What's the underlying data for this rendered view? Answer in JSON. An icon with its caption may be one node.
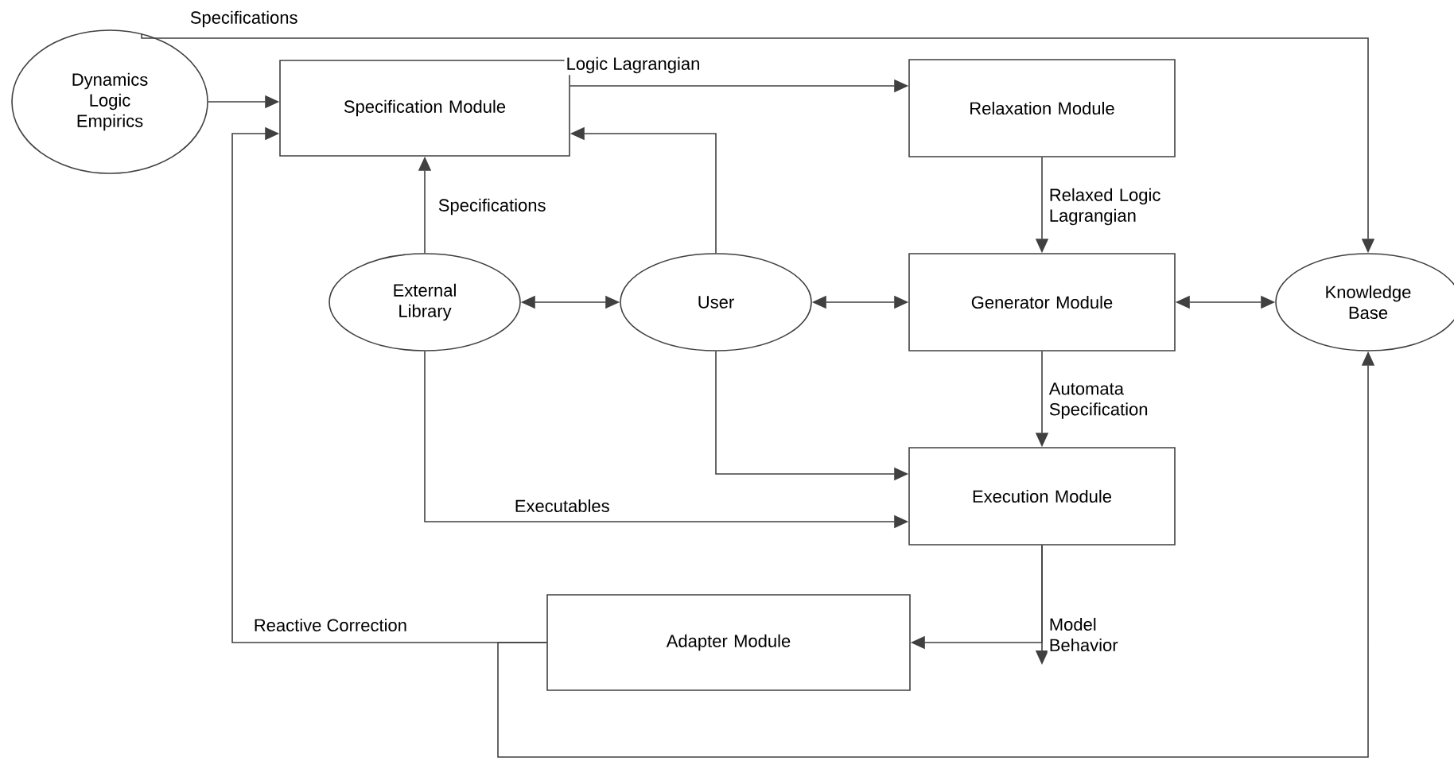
{
  "diagram": {
    "nodes": [
      {
        "text": [
          "Dynamics Logic Empirics"
        ]
      },
      {
        "text": [
          "Specification Module"
        ]
      },
      {
        "text": [
          "Relaxation Module"
        ]
      },
      {
        "text": [
          "External Library"
        ]
      },
      {
        "text": [
          "User"
        ]
      },
      {
        "text": [
          "Generator Module"
        ]
      },
      {
        "text": [
          "Knowledge Base"
        ]
      },
      {
        "text": [
          "Execution Module"
        ]
      },
      {
        "text": [
          "Adapter Module"
        ]
      }
    ],
    "edges": [
      {
        "from": 0,
        "to": 1,
        "arrow": "to"
      },
      {
        "from": 0,
        "to": 6,
        "arrow": "to",
        "label": "Specifications"
      },
      {
        "from": 1,
        "to": 2,
        "arrow": "to",
        "label": "Logic Lagrangian"
      },
      {
        "from": 3,
        "to": 1,
        "arrow": "to",
        "label": "Specifications"
      },
      {
        "from": 4,
        "to": 1,
        "arrow": "to"
      },
      {
        "from": 3,
        "to": 4,
        "arrow": "both"
      },
      {
        "from": 4,
        "to": 5,
        "arrow": "both"
      },
      {
        "from": 5,
        "to": 6,
        "arrow": "both"
      },
      {
        "from": 2,
        "to": 5,
        "arrow": "to",
        "label": "Relaxed Logic Lagrangian"
      },
      {
        "from": 5,
        "to": 7,
        "arrow": "to",
        "label": "Automata Specification"
      },
      {
        "from": 4,
        "to": 7,
        "arrow": "to"
      },
      {
        "from": 3,
        "to": 7,
        "arrow": "to",
        "label": "Executables"
      },
      {
        "from": 7,
        "to": 8,
        "arrow": "to",
        "label": "Model Behavior"
      },
      {
        "from": 7,
        "to": null,
        "arrow": "to"
      },
      {
        "from": 8,
        "to": 1,
        "arrow": "to",
        "label": "Reactive Correction"
      },
      {
        "from": 8,
        "to": 6,
        "arrow": "to"
      }
    ]
  }
}
